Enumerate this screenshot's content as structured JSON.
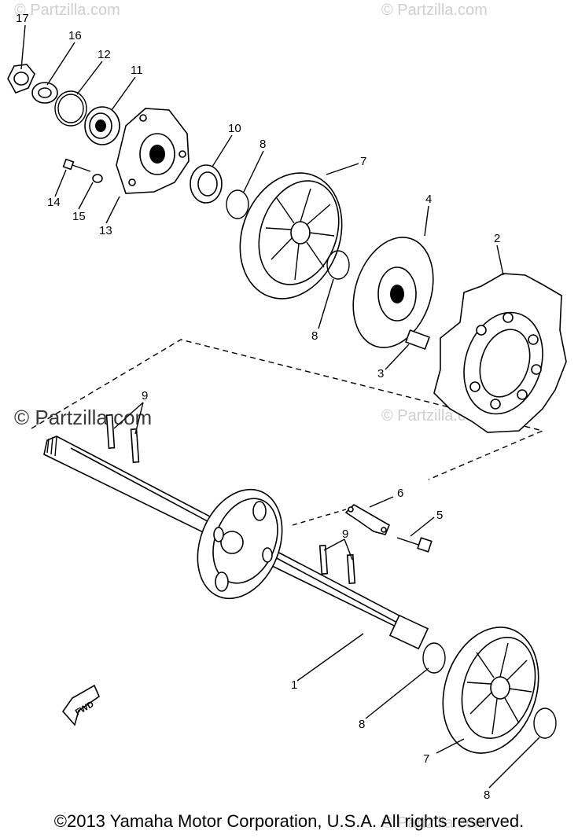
{
  "watermarks": {
    "top_left": "© Partzilla.com",
    "top_right": "© Partzilla.com",
    "mid_left": "© Partzilla.com",
    "mid_right": "© Partzilla.com",
    "bottom_right": "© Partzilla.com"
  },
  "copyright": "©2013 Yamaha Motor Corporation, U.S.A. All rights reserved.",
  "fwd_label": "FWD",
  "callouts": {
    "c17": "17",
    "c16": "16",
    "c12": "12",
    "c11": "11",
    "c10": "10",
    "c8a": "8",
    "c7a": "7",
    "c4": "4",
    "c2": "2",
    "c14": "14",
    "c15": "15",
    "c13": "13",
    "c8b": "8",
    "c3": "3",
    "c9a": "9",
    "c6": "6",
    "c5": "5",
    "c9b": "9",
    "c1": "1",
    "c8c": "8",
    "c7b": "7",
    "c8d": "8"
  }
}
